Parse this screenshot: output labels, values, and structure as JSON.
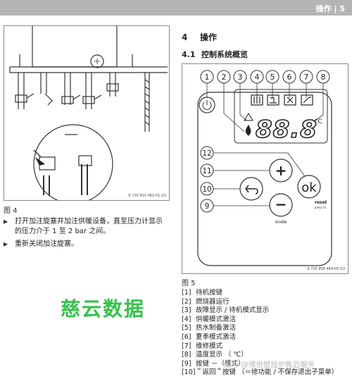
{
  "header": {
    "label": "操作 | 5"
  },
  "left": {
    "figure_caption": "图 4",
    "figure_code": "6 720 810 062-01.1O",
    "steps": [
      "打开加注旋塞并加注供暖设备，直至压力计显示的压力介于 1 至 2 bar 之间。",
      "重新关闭加注旋塞。"
    ]
  },
  "section": {
    "number": "4",
    "title": "操作"
  },
  "subsection": {
    "number": "4.1",
    "title": "控制系统概览"
  },
  "panel": {
    "callouts": [
      "1",
      "2",
      "3",
      "4",
      "5",
      "6",
      "7",
      "8",
      "12",
      "11",
      "10",
      "9"
    ],
    "display_digits": "88.8",
    "unit": "°C",
    "ok_label": "ok",
    "plus_label": "+",
    "minus_label": "−",
    "mode_label": "mode",
    "reset_label": "reset",
    "reset_sub": "press 5s"
  },
  "right": {
    "figure_caption": "图 5",
    "figure_code": "6 720 806 464-05.1O"
  },
  "legend": [
    {
      "key": "[1]",
      "text": "待机按键"
    },
    {
      "key": "[2]",
      "text": "燃烧器运行"
    },
    {
      "key": "[3]",
      "text": "故障显示 / 待机模式显示"
    },
    {
      "key": "[4]",
      "text": "供暖模式激活"
    },
    {
      "key": "[5]",
      "text": "热水制备激活"
    },
    {
      "key": "[6]",
      "text": "夏季模式激活"
    },
    {
      "key": "[7]",
      "text": "维修模式"
    },
    {
      "key": "[8]",
      "text": "温度显示 （ ℃）"
    },
    {
      "key": "[9]",
      "text": "按键 －（模式）"
    },
    {
      "key": "[10]",
      "text": "＂返回＂按键 （＝修功能 / 不保存退出子菜单）"
    }
  ],
  "watermark": "慈云数据",
  "zhihu": "知乎 @博世壁挂炉售后服务"
}
